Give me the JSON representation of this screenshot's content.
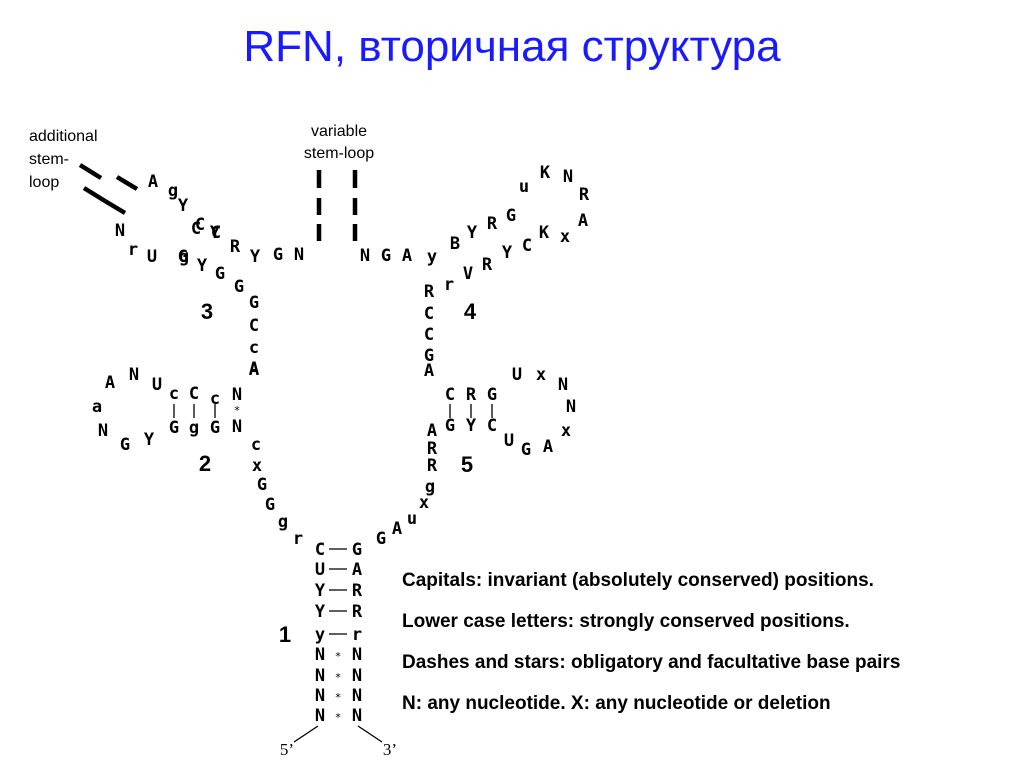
{
  "title": "RFN, вторичная структура",
  "annotations": {
    "additional": [
      "additional",
      "stem-",
      "loop"
    ],
    "variable": [
      "variable",
      "stem-loop"
    ]
  },
  "ends": {
    "five": "5’",
    "three": "3’"
  },
  "stems": {
    "s1": "1",
    "s2": "2",
    "s3": "3",
    "s4": "4",
    "s5": "5"
  },
  "nucleotides": [
    "C",
    "U",
    "Y",
    "Y",
    "y",
    "N",
    "N",
    "N",
    "N",
    "G",
    "A",
    "R",
    "R",
    "r",
    "N",
    "N",
    "N",
    "N",
    "r",
    "g",
    "G",
    "G",
    "x",
    "c",
    "N",
    "N",
    "A",
    "c",
    "C",
    "c",
    "U",
    "N",
    "A",
    "a",
    "N",
    "G",
    "Y",
    "G",
    "g",
    "G",
    "A",
    "c",
    "C",
    "G",
    "G",
    "G",
    "Y",
    "g",
    "C",
    "Y",
    "r",
    "U",
    "N",
    "G",
    "g",
    "A",
    "Y",
    "C",
    "C",
    "R",
    "Y",
    "G",
    "N",
    "N",
    "G",
    "A",
    "y",
    "r",
    "V",
    "R",
    "Y",
    "C",
    "K",
    "x",
    "A",
    "R",
    "N",
    "K",
    "u",
    "G",
    "R",
    "Y",
    "B",
    "R",
    "C",
    "C",
    "G",
    "A",
    "C",
    "R",
    "G",
    "U",
    "x",
    "N",
    "N",
    "x",
    "A",
    "G",
    "U",
    "C",
    "Y",
    "G",
    "A",
    "R",
    "R",
    "g",
    "x",
    "u",
    "A",
    "G"
  ],
  "legend": {
    "line1": "Capitals: invariant (absolutely conserved) positions.",
    "line2": "Lower case letters: strongly conserved positions.",
    "line3": "Dashes and stars: obligatory and facultative base pairs",
    "line4": "N: any nucleotide. X: any nucleotide or deletion"
  }
}
